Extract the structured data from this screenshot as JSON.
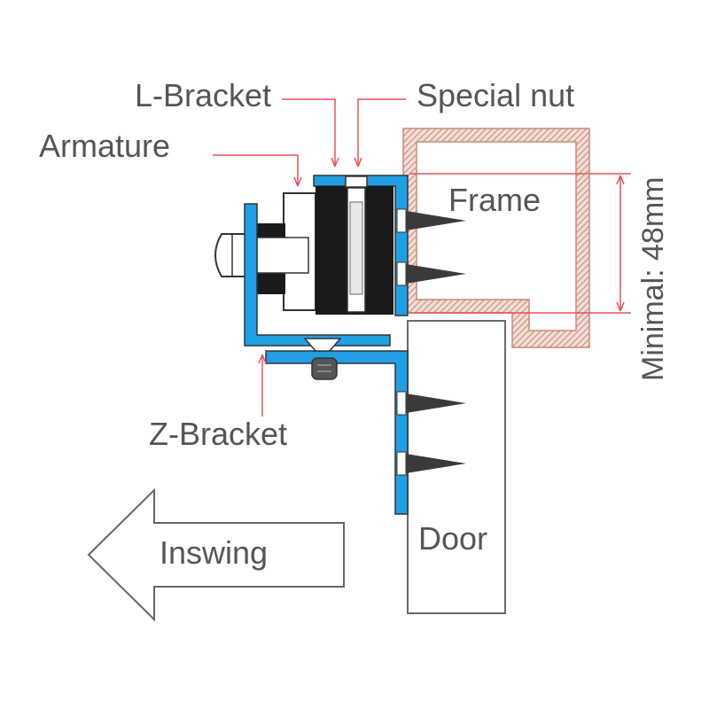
{
  "labels": {
    "l_bracket": "L-Bracket",
    "special_nut": "Special nut",
    "armature": "Armature",
    "frame": "Frame",
    "minimal": "Minimal: 48mm",
    "z_bracket": "Z-Bracket",
    "door": "Door",
    "inswing": "Inswing"
  },
  "colors": {
    "bracket_blue": "#1ea0e6",
    "leader_red": "#e8505b",
    "frame_hatch": "#c98a7a",
    "magnet_black": "#1a1a1a",
    "text_gray": "#555555"
  }
}
